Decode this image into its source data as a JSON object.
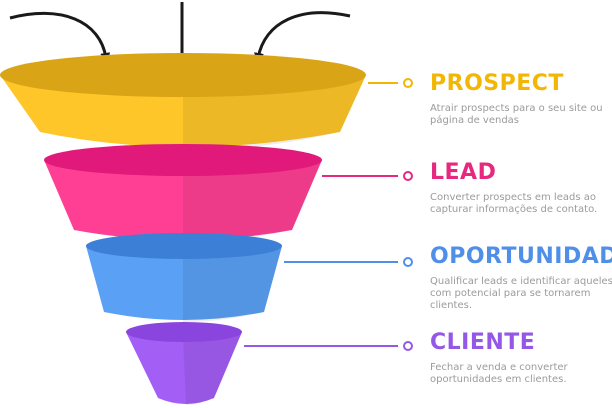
{
  "funnel": {
    "stages": [
      {
        "title": "PROSPECT",
        "description": "Atrair prospects para o seu site ou página de vendas",
        "color": "#FFC629",
        "rim_color": "#D9A516",
        "label_color": "#F2B705"
      },
      {
        "title": "LEAD",
        "description": "Converter prospects em leads ao capturar informações de contato.",
        "color": "#FF3F94",
        "rim_color": "#E0197A",
        "label_color": "#E6287E"
      },
      {
        "title": "OPORTUNIDADE",
        "description": "Qualificar leads e identificar aqueles com potencial para se tornarem clientes.",
        "color": "#5AA0F5",
        "rim_color": "#3B7FD6",
        "label_color": "#4F8FE8"
      },
      {
        "title": "CLIENTE",
        "description": "Fechar a venda e converter oportunidades em clientes.",
        "color": "#A35EF5",
        "rim_color": "#8A45DE",
        "label_color": "#9558E6"
      }
    ],
    "arrow_color": "#1a1a1a"
  }
}
